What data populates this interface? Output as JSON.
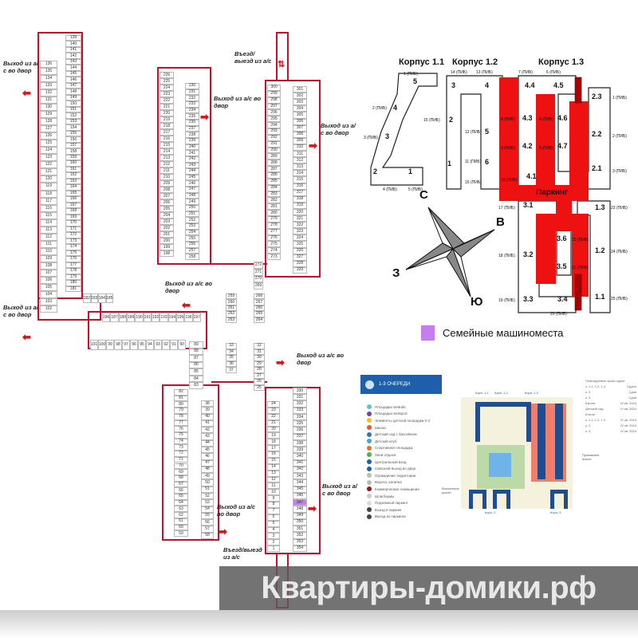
{
  "parking_plan": {
    "exit_label": "Выход из а/с во двор",
    "entry_label": "Въезд/выезд из а/с",
    "columns": [
      {
        "id": "A",
        "numbers": [
          136,
          135,
          134,
          133,
          132,
          131,
          130,
          129,
          128,
          127,
          126,
          125,
          124,
          123,
          122,
          121,
          120,
          119,
          118,
          117,
          116,
          115,
          114,
          113,
          112,
          111,
          110,
          109,
          108,
          107,
          106,
          105,
          104,
          103,
          102
        ]
      },
      {
        "id": "B",
        "numbers": [
          139,
          140,
          141,
          142,
          143,
          144,
          145,
          146,
          147,
          148,
          149,
          150,
          151,
          152,
          153,
          154,
          155,
          156,
          157,
          158,
          159,
          160,
          161,
          162,
          163,
          164,
          165,
          166,
          167,
          168,
          169,
          170,
          171,
          172,
          173,
          174,
          175,
          176,
          177,
          178,
          179,
          180,
          181
        ]
      },
      {
        "id": "R1",
        "numbers": [
          182,
          183,
          184,
          185
        ]
      },
      {
        "id": "R2",
        "numbers": [
          186,
          187,
          188,
          189,
          190,
          191,
          192,
          193,
          194,
          195,
          196,
          197
        ]
      },
      {
        "id": "R3",
        "numbers": [
          101,
          100,
          99,
          98,
          97,
          96,
          95,
          94,
          93,
          92,
          91,
          90
        ]
      },
      {
        "id": "C",
        "numbers": [
          226,
          225,
          224,
          223,
          222,
          221,
          220,
          219,
          218,
          217,
          216,
          215,
          214,
          213,
          212,
          211,
          210,
          209,
          208,
          207,
          206,
          205,
          204,
          203,
          202,
          201,
          200,
          199,
          198
        ]
      },
      {
        "id": "D",
        "numbers": [
          230,
          231,
          232,
          233,
          234,
          235,
          236,
          237,
          238,
          239,
          240,
          241,
          242,
          243,
          244,
          245,
          246,
          247,
          248,
          249,
          250,
          251,
          252,
          253,
          254,
          255,
          256,
          257,
          258
        ]
      },
      {
        "id": "E",
        "numbers": [
          300,
          299,
          298,
          297,
          296,
          295,
          294,
          293,
          292,
          291,
          290,
          289,
          288,
          287,
          286,
          285,
          284,
          283,
          282,
          281,
          280,
          279,
          278,
          277,
          276,
          275,
          274,
          273
        ]
      },
      {
        "id": "F",
        "numbers": [
          301,
          302,
          303,
          304,
          305,
          306,
          307,
          308,
          309,
          310,
          311,
          312,
          313,
          314,
          315,
          316,
          317,
          318,
          319,
          320,
          321,
          322,
          323,
          324,
          325,
          326,
          327,
          328,
          329
        ]
      },
      {
        "id": "M1",
        "numbers": [
          272,
          271,
          270,
          269
        ]
      },
      {
        "id": "M2",
        "numbers": [
          259,
          260,
          261,
          262,
          263
        ]
      },
      {
        "id": "M3",
        "numbers": [
          268,
          267,
          266,
          265,
          264
        ]
      },
      {
        "id": "M4",
        "numbers": [
          33,
          34,
          35,
          36,
          37
        ]
      },
      {
        "id": "M5",
        "numbers": [
          32,
          31,
          30,
          29,
          28,
          27,
          26,
          25
        ]
      },
      {
        "id": "K",
        "numbers": [
          89,
          88,
          87,
          86,
          85,
          84,
          83
        ]
      },
      {
        "id": "G",
        "numbers": [
          82,
          81,
          80,
          79,
          78,
          77,
          76,
          75,
          74,
          73,
          72,
          71,
          70,
          69,
          68,
          67,
          66,
          65,
          64,
          63,
          62,
          61,
          60,
          59
        ]
      },
      {
        "id": "H",
        "numbers": [
          38,
          39,
          40,
          41,
          42,
          43,
          44,
          45,
          46,
          47,
          48,
          49,
          50,
          51,
          52,
          53,
          54,
          55,
          56,
          57,
          58
        ]
      },
      {
        "id": "I",
        "numbers": [
          24,
          23,
          22,
          21,
          20,
          19,
          18,
          17,
          16,
          15,
          14,
          13,
          12,
          11,
          10,
          9,
          8,
          7,
          6,
          5,
          4,
          3,
          2,
          1
        ]
      },
      {
        "id": "J",
        "numbers": [
          330,
          331,
          332,
          333,
          334,
          335,
          336,
          337,
          338,
          339,
          340,
          341,
          342,
          343,
          344,
          345,
          346,
          347,
          348,
          349,
          350,
          351,
          352,
          353,
          354
        ]
      }
    ],
    "family_spots": [
      347
    ]
  },
  "building_plan": {
    "korpus": [
      "Корпус 1.1",
      "Корпус 1.2",
      "Корпус 1.3"
    ],
    "parking_label": "Паркинг",
    "sections": [
      "5",
      "4",
      "3",
      "2",
      "1",
      "3",
      "4",
      "2",
      "5",
      "1",
      "6",
      "4.4",
      "4.5",
      "4.3",
      "4.6",
      "4.2",
      "4.7",
      "4.1",
      "2.3",
      "2.2",
      "2.1",
      "3.1",
      "1.3",
      "3.6",
      "3.2",
      "1.2",
      "3.5",
      "3.3",
      "3.4",
      "1.1"
    ],
    "pib": [
      "1 (ПИБ)",
      "2 (ПИБ)",
      "3 (ПИБ)",
      "4 (ПИБ)",
      "5 (ПИБ)",
      "14 (ПИБ)",
      "13 (ПИБ)",
      "15 (ПИБ)",
      "12 (ПИБ)",
      "11 (ПИБ)",
      "16 (ПИБ)",
      "7 (ПИБ)",
      "6 (ПИБ)",
      "1 (ПИБ)",
      "2 (ПИБ)",
      "3 (ПИБ)",
      "8 (ПИБ)",
      "9 (ПИБ)",
      "10 (ПИБ)",
      "4 (ПИБ)",
      "5 (ПИБ)",
      "17 (ПИБ)",
      "23 (ПИБ)",
      "22 (ПИБ)",
      "18 (ПИБ)",
      "24 (ПИБ)",
      "21 (ПИБ)",
      "19 (ПИБ)",
      "20 (ПИБ)",
      "25 (ПИБ)"
    ],
    "compass": {
      "north": "С",
      "east": "В",
      "west": "З",
      "south": "Ю"
    },
    "parking_color": "#ee1111"
  },
  "family_legend": {
    "label": "Семейные машиноместа",
    "color": "#c77df0"
  },
  "site_map": {
    "header": "1-3 ОЧЕРЕДИ",
    "header_color": "#1f5ea8",
    "legend": [
      {
        "label": "Площадка SetKids",
        "color": "#5bc0de"
      },
      {
        "label": "Площадка SetSport",
        "color": "#7b3fa0"
      },
      {
        "label": "Элементы детской площадки 0-3",
        "color": "#e6c619"
      },
      {
        "label": "Школа",
        "color": "#e8553f"
      },
      {
        "label": "Детский сад с бассейном",
        "color": "#2a7ab8"
      },
      {
        "label": "Детский клуб",
        "color": "#4aa3df"
      },
      {
        "label": "Спортивная площадка",
        "color": "#e8702f"
      },
      {
        "label": "Зона отдыха",
        "color": "#4caf50"
      },
      {
        "label": "Центральный вход",
        "color": "#1f5ea8"
      },
      {
        "label": "Сквозной выход во двор",
        "color": "#1f5ea8"
      },
      {
        "label": "Ограждение территории",
        "color": "#bbbbbb"
      },
      {
        "label": "Ворота, калитка",
        "color": "#bbbbbb"
      },
      {
        "label": "Коммерческие помещения",
        "color": "#a01020"
      },
      {
        "label": "Шлагбаумы",
        "color": "#cccccc"
      },
      {
        "label": "Подземный паркинг",
        "color": "#dddddd"
      },
      {
        "label": "Въезд в паркинг",
        "color": "#444444"
      },
      {
        "label": "Выезд из паркинга",
        "color": "#444444"
      }
    ],
    "building_labels": [
      "Корп. 1.1",
      "Корп. 1.2",
      "Корп. 1.3",
      "Корп. 2",
      "Корп. 3"
    ],
    "info_title": "Планируемые сроки сдачи",
    "info_rows": [
      [
        "к. 1.1, 1.2, 1.3",
        "Сдано"
      ],
      [
        "к. 2",
        "Сдан"
      ],
      [
        "к. 3",
        "Сдан"
      ],
      [
        "Школа",
        "IV кв. 2024"
      ],
      [
        "Детский сад",
        "IV кв. 2024"
      ]
    ],
    "keys_title": "Ключи",
    "keys_rows": [
      [
        "к. 1.1, 1.2, 1.3",
        "IV кв. 2024"
      ],
      [
        "к. 2",
        "IV кв. 2024"
      ],
      [
        "к. 3",
        "IV кв. 2024"
      ]
    ],
    "notes": [
      "Пулковское шоссе",
      "Волхонское шоссе"
    ]
  },
  "watermark": "Квартиры-домики.рф"
}
